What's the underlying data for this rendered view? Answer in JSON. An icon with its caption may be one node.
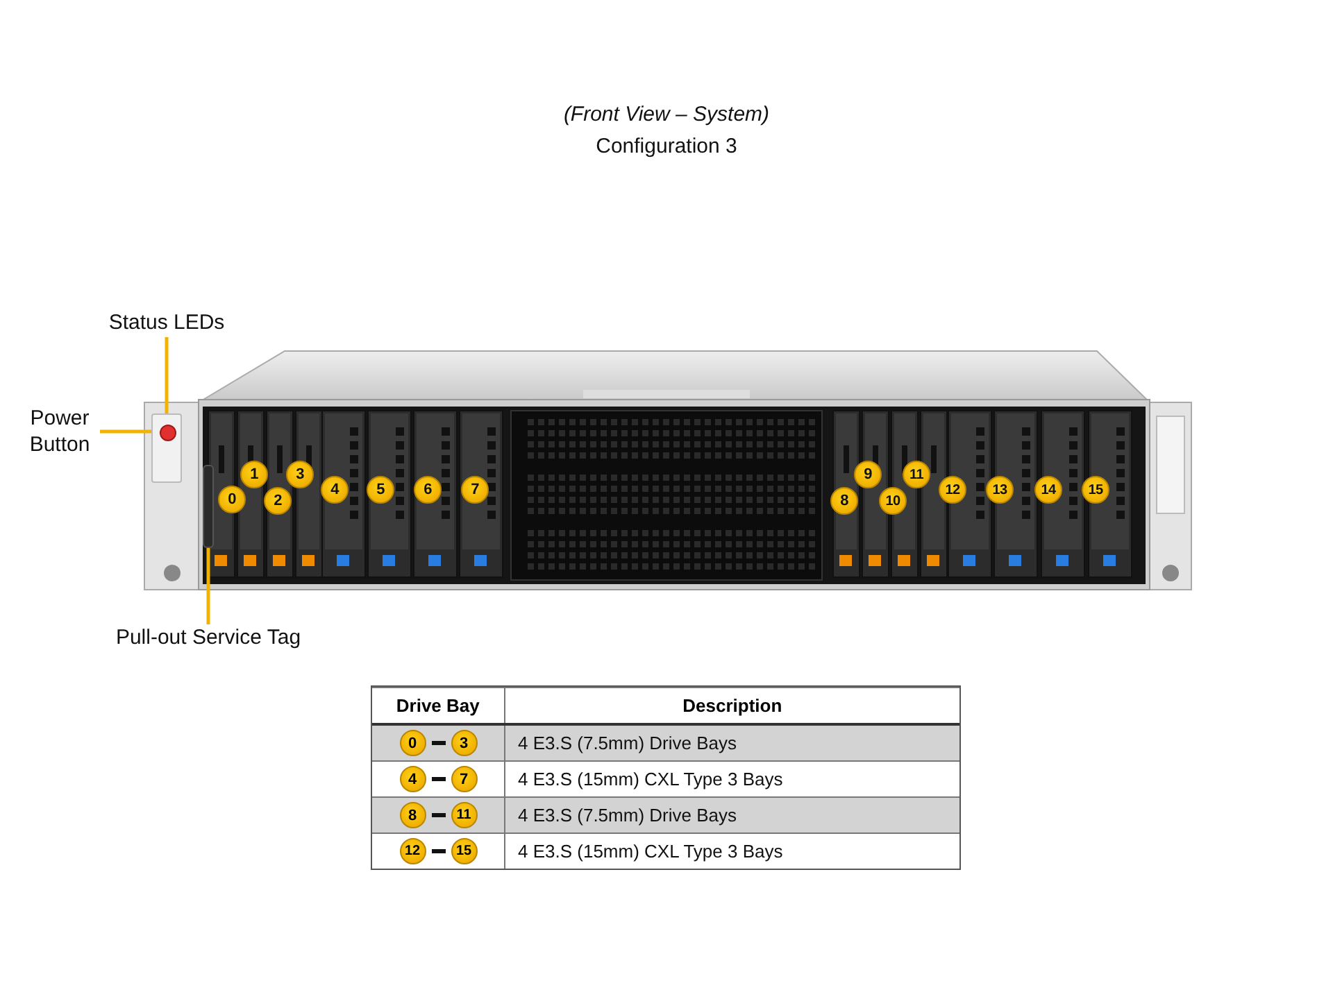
{
  "diagram": {
    "title": "(Front View – System)",
    "nodes": [
      {
        "text": [
          "Status LEDs"
        ]
      },
      {
        "text": [],
        "shape": "box"
      },
      {
        "text": [
          "Power Button"
        ]
      },
      {
        "text": [],
        "shape": "circle",
        "in": 1
      },
      {
        "text": [
          "Pull-out Service Tag"
        ]
      },
      {
        "text": [],
        "shape": "bar"
      }
    ],
    "edges": [
      {
        "from": 0,
        "to": 1,
        "arrow": "none"
      },
      {
        "from": 2,
        "to": 3,
        "arrow": "none"
      },
      {
        "from": 4,
        "to": 5,
        "arrow": "none"
      }
    ],
    "labels": [
      "Configuration 3",
      "0",
      "1",
      "2",
      "3",
      "4",
      "5",
      "6",
      "7",
      "8",
      "9",
      "10",
      "11",
      "12",
      "13",
      "14",
      "15",
      "Drive Bay",
      "Description",
      "0",
      "3",
      "4 E3.S (7.5mm) Drive Bays",
      "4",
      "7",
      "4 E3.S (15mm) CXL Type 3 Bays",
      "8",
      "11",
      "4 E3.S (7.5mm) Drive Bays",
      "12",
      "15",
      "4 E3.S (15mm) CXL Type 3 Bays"
    ]
  }
}
